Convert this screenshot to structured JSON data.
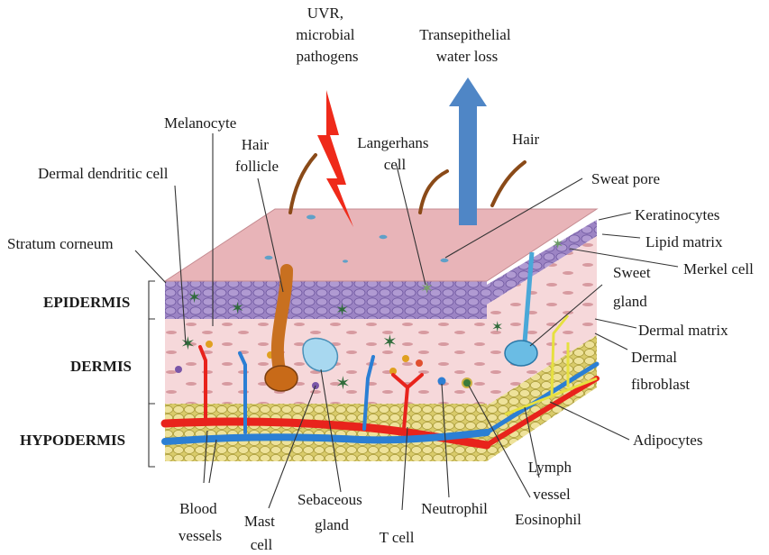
{
  "layers": {
    "epidermis": "EPIDERMIS",
    "dermis": "DERMIS",
    "hypodermis": "HYPODERMIS"
  },
  "labels": {
    "uvr": [
      "UVR,",
      "microbial",
      "pathogens"
    ],
    "water_loss": [
      "Transepithelial",
      "water loss"
    ],
    "melanocyte": "Melanocyte",
    "hair_follicle": [
      "Hair",
      "follicle"
    ],
    "langerhans": [
      "Langerhans",
      "cell"
    ],
    "hair": "Hair",
    "dermal_dendritic": "Dermal dendritic cell",
    "sweat_pore": "Sweat pore",
    "keratinocytes": "Keratinocytes",
    "stratum_corneum": "Stratum corneum",
    "lipid_matrix": "Lipid matrix",
    "merkel": "Merkel cell",
    "sweet_gland": [
      "Sweet",
      "gland"
    ],
    "dermal_matrix": "Dermal matrix",
    "dermal_fibroblast": [
      "Dermal",
      "fibroblast"
    ],
    "adipocytes": "Adipocytes",
    "lymph_vessel": [
      "Lymph",
      "vessel"
    ],
    "blood_vessels": [
      "Blood",
      "vessels"
    ],
    "mast_cell": [
      "Mast",
      "cell"
    ],
    "sebaceous": [
      "Sebaceous",
      "gland"
    ],
    "t_cell": "T cell",
    "neutrophil": "Neutrophil",
    "eosinophil": "Eosinophil"
  },
  "colors": {
    "skin_surface": "#e8b4b8",
    "epidermis": "#9c84c4",
    "dermis": "#f6d8da",
    "hypodermis": "#e8dc8c",
    "blood_artery": "#e8231c",
    "blood_vein": "#2b7fd4",
    "uvr": "#ef2a1a",
    "water_arrow": "#4f86c6",
    "hair": "#8a4a18"
  }
}
